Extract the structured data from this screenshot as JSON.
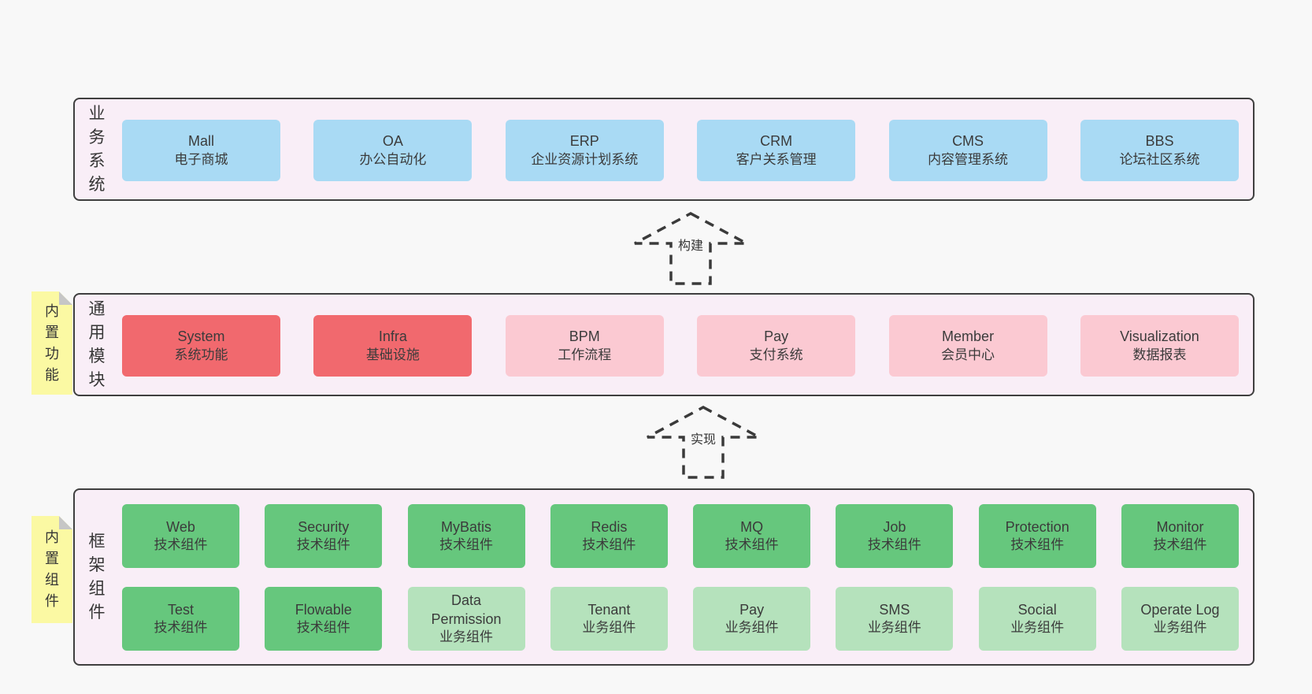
{
  "colors": {
    "page_background": "#f8f8f8",
    "container_fill": "#f9eef7",
    "container_border": "#3f3f3f",
    "blue_box": "#a9daf4",
    "red_box": "#f1696e",
    "pink_box": "#fbc9d2",
    "green_box": "#66c77d",
    "green_light_box": "#b5e2bc",
    "note_yellow": "#fbf9a3",
    "note_fold_gray": "#c6c6c6",
    "text": "#3b3b3b"
  },
  "business": {
    "label": "业务系统",
    "items": [
      {
        "en": "Mall",
        "zh": "电子商城"
      },
      {
        "en": "OA",
        "zh": "办公自动化"
      },
      {
        "en": "ERP",
        "zh": "企业资源计划系统"
      },
      {
        "en": "CRM",
        "zh": "客户关系管理"
      },
      {
        "en": "CMS",
        "zh": "内容管理系统"
      },
      {
        "en": "BBS",
        "zh": "论坛社区系统"
      }
    ]
  },
  "arrow_build": {
    "label": "构建"
  },
  "modules": {
    "label": "通用模块",
    "note": "内置功能",
    "items": [
      {
        "en": "System",
        "zh": "系统功能"
      },
      {
        "en": "Infra",
        "zh": "基础设施"
      },
      {
        "en": "BPM",
        "zh": "工作流程"
      },
      {
        "en": "Pay",
        "zh": "支付系统"
      },
      {
        "en": "Member",
        "zh": "会员中心"
      },
      {
        "en": "Visualization",
        "zh": "数据报表"
      }
    ]
  },
  "arrow_implement": {
    "label": "实现"
  },
  "components": {
    "label": "框架组件",
    "note": "内置组件",
    "row1": [
      {
        "en": "Web",
        "zh": "技术组件"
      },
      {
        "en": "Security",
        "zh": "技术组件"
      },
      {
        "en": "MyBatis",
        "zh": "技术组件"
      },
      {
        "en": "Redis",
        "zh": "技术组件"
      },
      {
        "en": "MQ",
        "zh": "技术组件"
      },
      {
        "en": "Job",
        "zh": "技术组件"
      },
      {
        "en": "Protection",
        "zh": "技术组件"
      },
      {
        "en": "Monitor",
        "zh": "技术组件"
      }
    ],
    "row2": [
      {
        "en": "Test",
        "zh": "技术组件"
      },
      {
        "en": "Flowable",
        "zh": "技术组件"
      },
      {
        "en": "Data\nPermission",
        "zh": "业务组件"
      },
      {
        "en": "Tenant",
        "zh": "业务组件"
      },
      {
        "en": "Pay",
        "zh": "业务组件"
      },
      {
        "en": "SMS",
        "zh": "业务组件"
      },
      {
        "en": "Social",
        "zh": "业务组件"
      },
      {
        "en": "Operate Log",
        "zh": "业务组件"
      }
    ]
  }
}
